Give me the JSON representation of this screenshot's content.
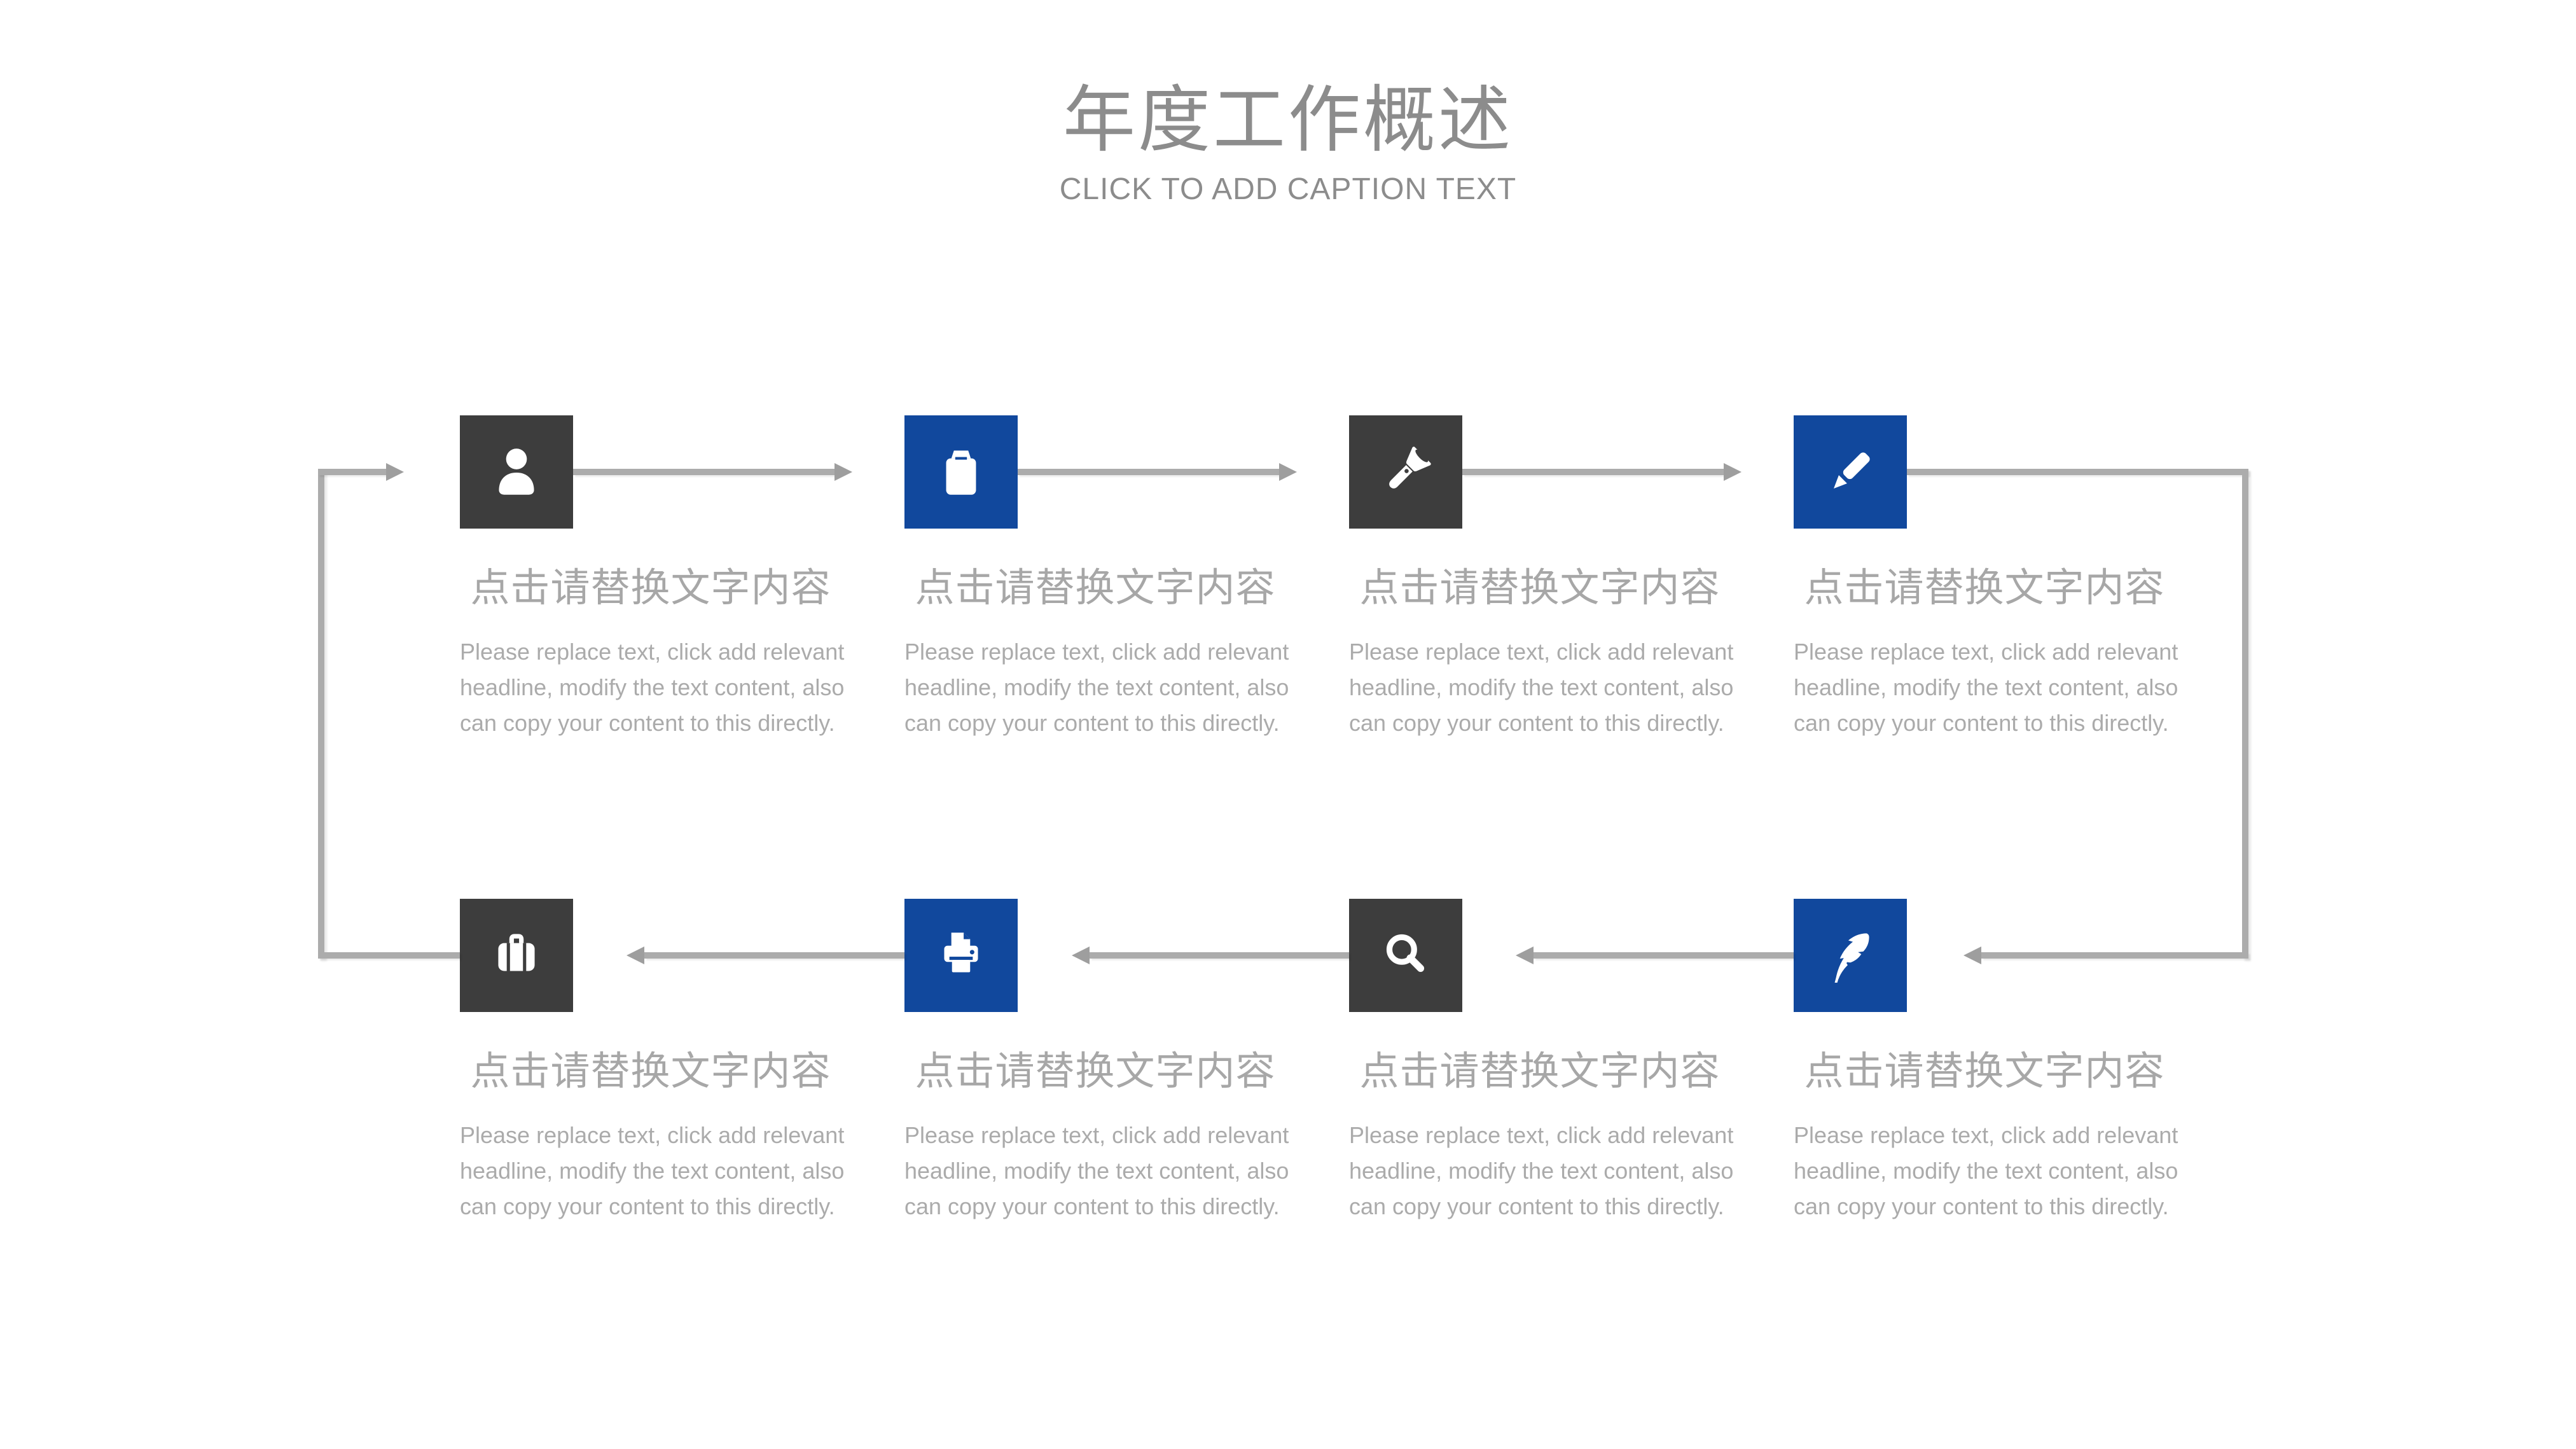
{
  "header": {
    "title": "年度工作概述",
    "subtitle": "CLICK TO ADD CAPTION TEXT"
  },
  "colors": {
    "background": "#ffffff",
    "blue": "#11489d",
    "dark": "#3d3d3d",
    "line": "#acacac",
    "arrow": "#9e9e9e",
    "title": "#8c8c8c",
    "heading": "#a7a7a7",
    "body": "#ababab",
    "icon": "#ffffff"
  },
  "items": [
    {
      "icon": "user-icon",
      "tile": "dark",
      "heading": "点击请替换文字内容",
      "body_lines": [
        "Please replace text, click add relevant",
        "headline, modify the text content, also",
        "can copy your content to this directly."
      ]
    },
    {
      "icon": "clipboard-icon",
      "tile": "blue",
      "heading": "点击请替换文字内容",
      "body_lines": [
        "Please replace text, click add relevant",
        "headline, modify the text content, also",
        "can copy your content to this directly."
      ]
    },
    {
      "icon": "flashlight-icon",
      "tile": "dark",
      "heading": "点击请替换文字内容",
      "body_lines": [
        "Please replace text, click add relevant",
        "headline, modify the text content, also",
        "can copy your content to this directly."
      ]
    },
    {
      "icon": "pencil-icon",
      "tile": "blue",
      "heading": "点击请替换文字内容",
      "body_lines": [
        "Please replace text, click add relevant",
        "headline, modify the text content, also",
        "can copy your content to this directly."
      ]
    },
    {
      "icon": "briefcase-icon",
      "tile": "dark",
      "heading": "点击请替换文字内容",
      "body_lines": [
        "Please replace text, click add relevant",
        "headline, modify the text content, also",
        "can copy your content to this directly."
      ]
    },
    {
      "icon": "printer-icon",
      "tile": "blue",
      "heading": "点击请替换文字内容",
      "body_lines": [
        "Please replace text, click add relevant",
        "headline, modify the text content, also",
        "can copy your content to this directly."
      ]
    },
    {
      "icon": "search-icon",
      "tile": "dark",
      "heading": "点击请替换文字内容",
      "body_lines": [
        "Please replace text, click add relevant",
        "headline, modify the text content, also",
        "can copy your content to this directly."
      ]
    },
    {
      "icon": "feather-icon",
      "tile": "blue",
      "heading": "点击请替换文字内容",
      "body_lines": [
        "Please replace text, click add relevant",
        "headline, modify the text content, also",
        "can copy your content to this directly."
      ]
    }
  ]
}
